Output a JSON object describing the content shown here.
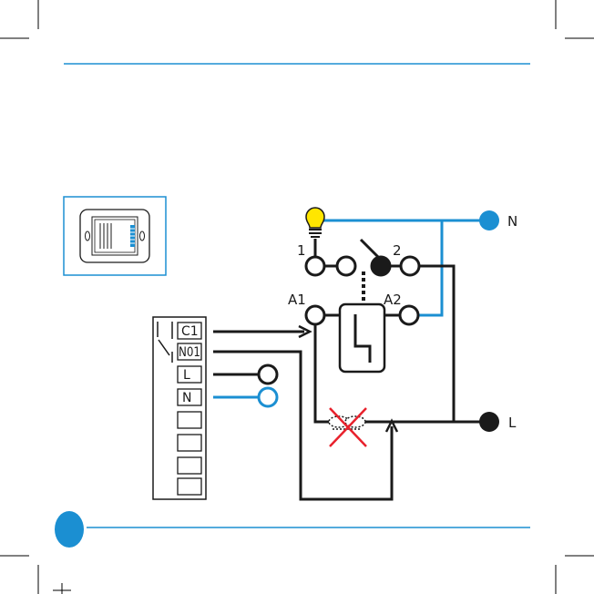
{
  "colors": {
    "blue": "#1b8fd2",
    "black": "#1a1a1a",
    "red": "#e8212c",
    "bulb": "#ffe600"
  },
  "terminal_block": {
    "terminals": [
      "C1",
      "N01",
      "L",
      "N",
      "",
      "",
      "",
      ""
    ]
  },
  "labels": {
    "n": "N",
    "l": "L",
    "contact_1": "1",
    "contact_2": "2",
    "a1": "A1",
    "a2": "A2"
  },
  "icons": {
    "device": "wall-switch-module-icon",
    "lamp": "light-bulb-icon",
    "crossed_lamp": "crossed-out-lamp-icon",
    "relay": "impulse-relay-icon"
  }
}
